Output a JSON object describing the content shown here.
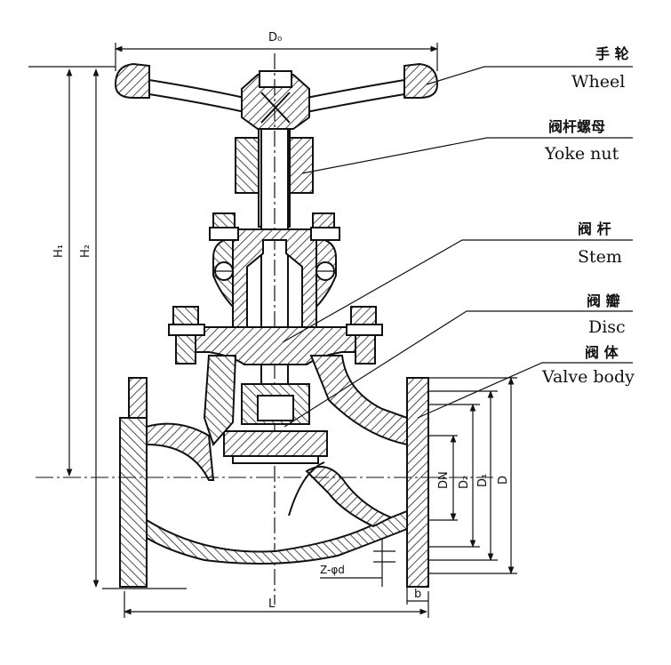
{
  "labels": {
    "wheel_cn": "手 轮",
    "wheel_en": "Wheel",
    "yoke_nut_cn": "阀杆螺母",
    "yoke_nut_en": "Yoke nut",
    "stem_cn": "阀 杆",
    "stem_en": "Stem",
    "disc_cn": "阀 瓣",
    "disc_en": "Disc",
    "body_cn": "阀 体",
    "body_en": "Valve body"
  },
  "dimensions": {
    "d0": "D₀",
    "h1": "H₁",
    "h2": "H₂",
    "dn": "DN",
    "d2": "D₂",
    "d1": "D₁",
    "d": "D",
    "l": "L",
    "b": "b",
    "bolts": "Z-φd"
  },
  "colors": {
    "ink": "#111111",
    "hatch": "#222222",
    "paper": "#ffffff"
  }
}
